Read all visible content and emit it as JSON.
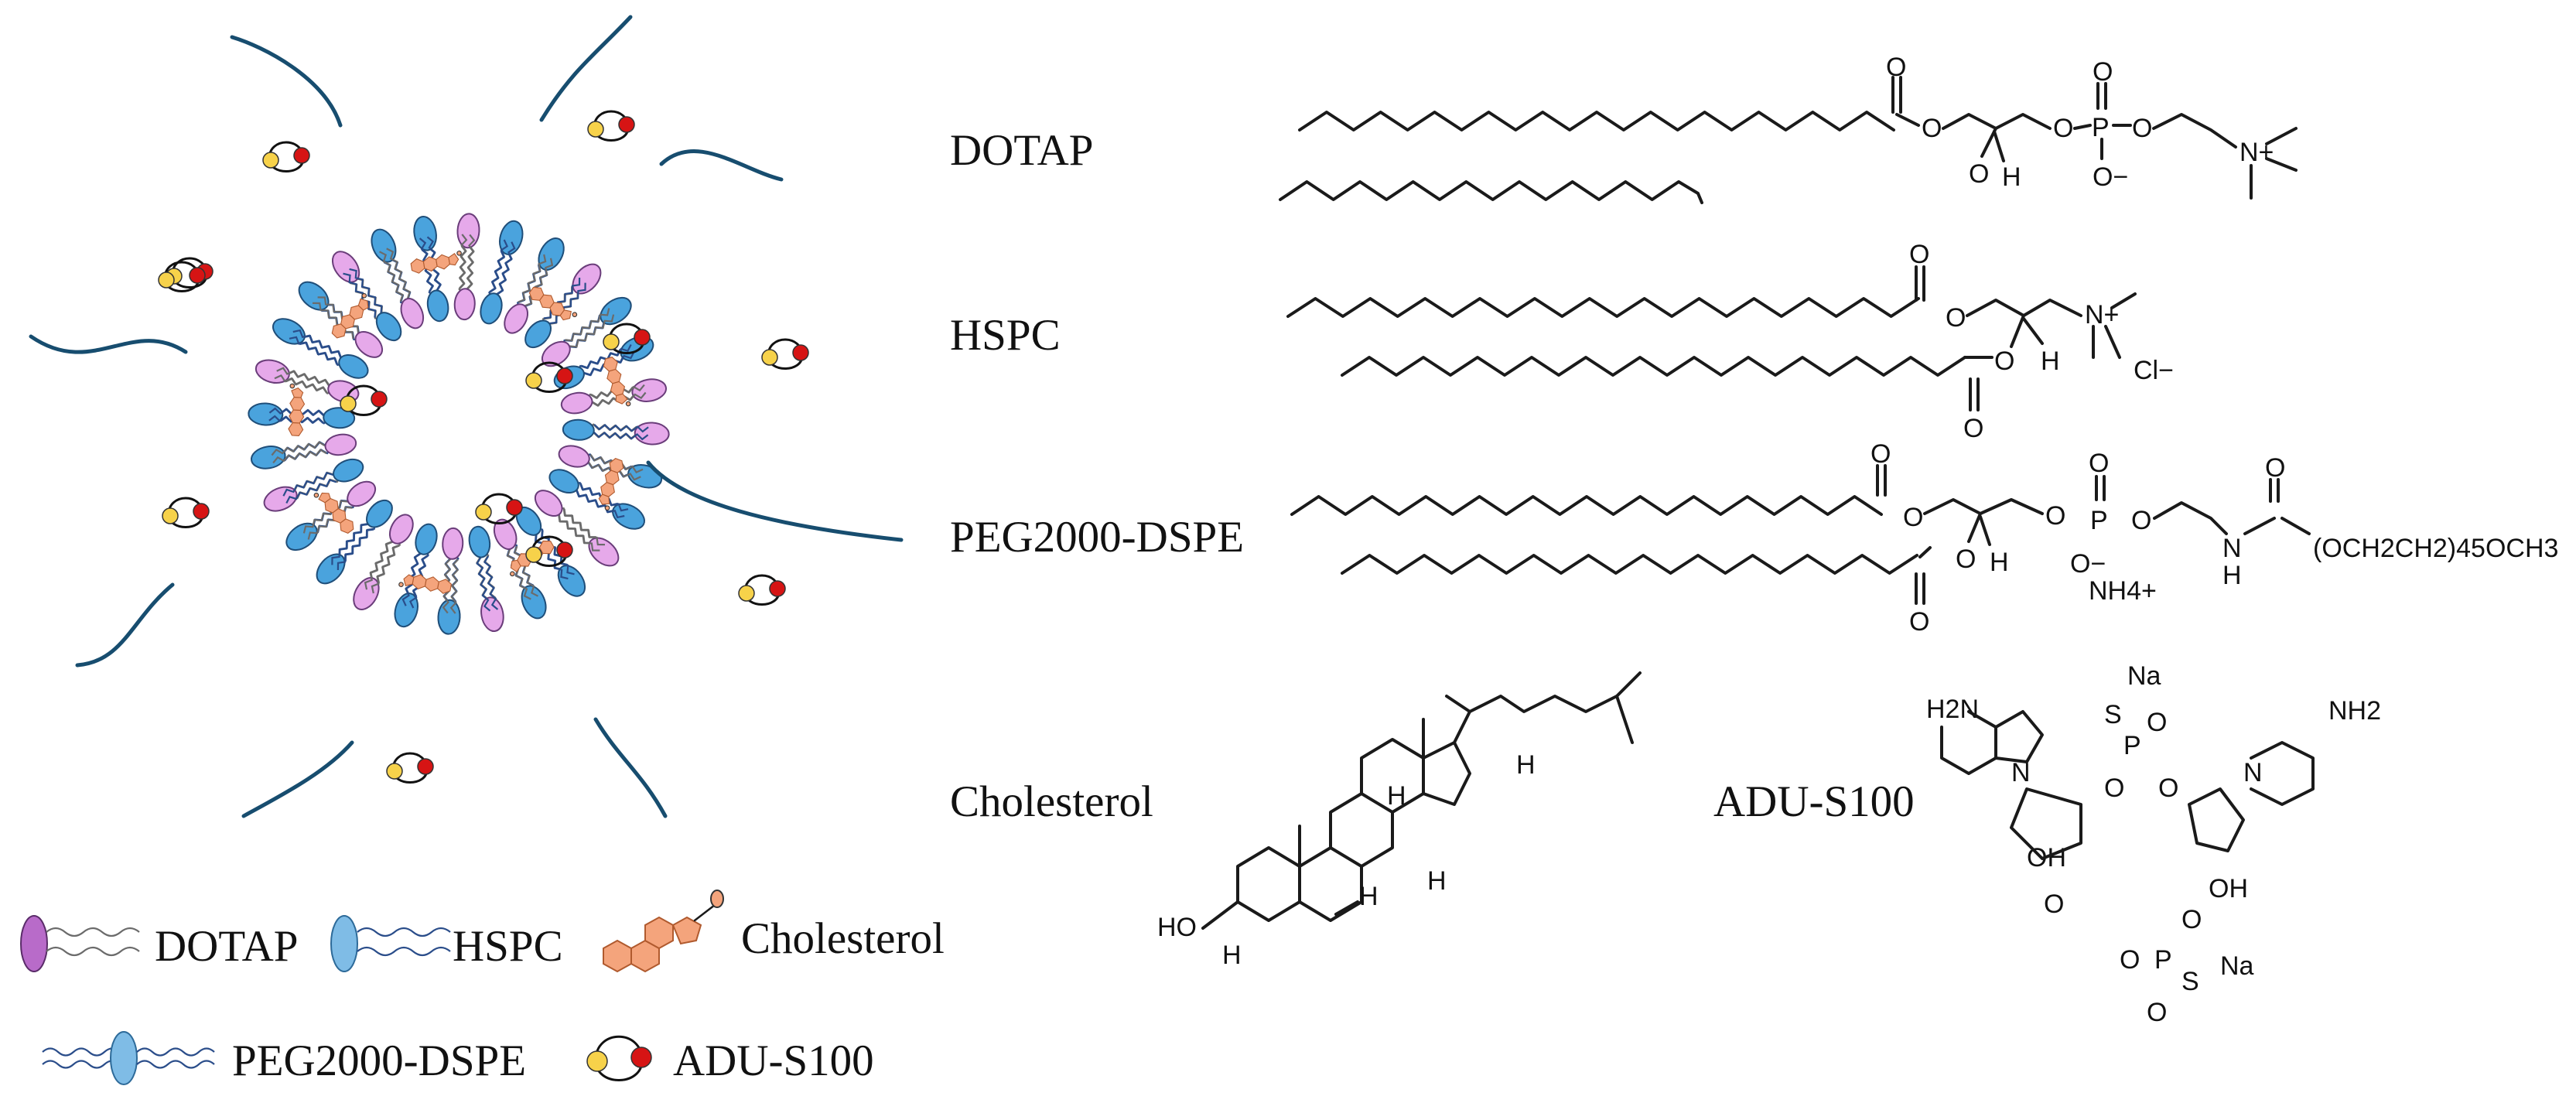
{
  "legend": {
    "dotap": "DOTAP",
    "hspc": "HSPC",
    "cholesterol": "Cholesterol",
    "peg": "PEG2000-DSPE",
    "adu": "ADU-S100"
  },
  "structures": {
    "dotap": "DOTAP",
    "hspc": "HSPC",
    "peg": "PEG2000-DSPE",
    "cholesterol": "Cholesterol",
    "adu": "ADU-S100"
  },
  "atoms": {
    "O": "O",
    "P": "P",
    "H": "H",
    "N": "N",
    "N_plus": "N+",
    "O_minus": "O−",
    "Cl_minus": "Cl−",
    "NH4_plus": "NH4+",
    "peg_chain": "(OCH2CH2)45OCH3",
    "HO": "HO",
    "OH": "OH",
    "Na": "Na",
    "S": "S",
    "H2N": "H2N",
    "NH2": "NH2"
  },
  "colors": {
    "dotap_head": "#e6a9ea",
    "hspc_head": "#4aa3dd",
    "cholesterol": "#f4a47c",
    "peg_chain": "#174d6f",
    "adu_yellow": "#f7d24a",
    "adu_red": "#d61414"
  }
}
